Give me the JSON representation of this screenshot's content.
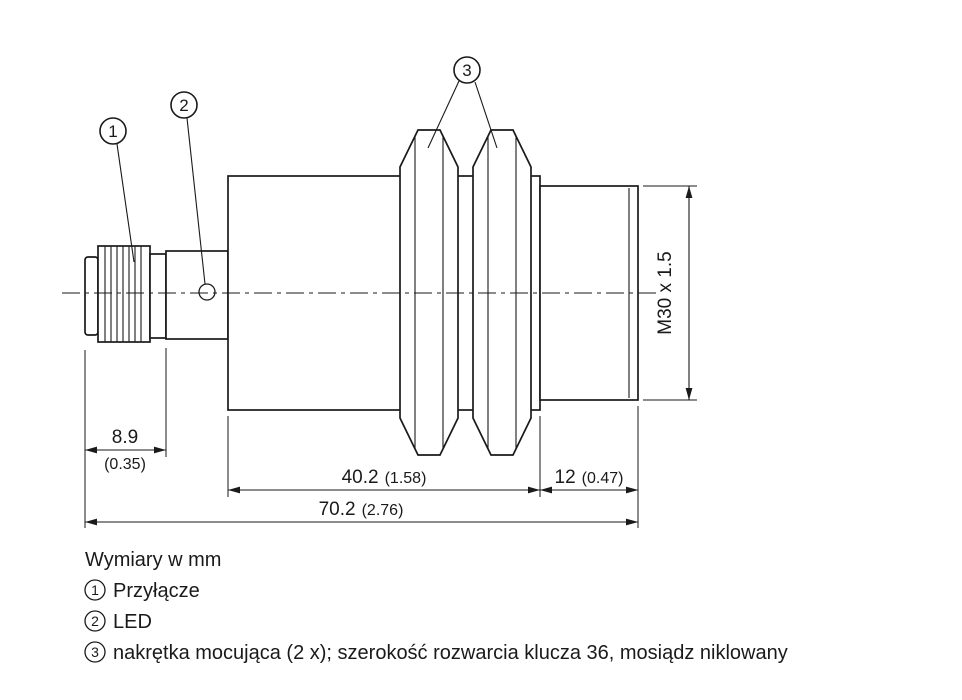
{
  "drawing": {
    "units_note": "Wymiary w mm",
    "dimensions": {
      "connector": {
        "mm": "8.9",
        "inch": "(0.35)"
      },
      "body": {
        "mm": "40.2",
        "inch": "(1.58)"
      },
      "head": {
        "mm": "12",
        "inch": "(0.47)"
      },
      "total": {
        "mm": "70.2",
        "inch": "(2.76)"
      },
      "thread": "M30 x 1.5"
    },
    "callouts": [
      {
        "num": "1"
      },
      {
        "num": "2"
      },
      {
        "num": "3"
      }
    ],
    "legend": [
      {
        "num": "1",
        "text": "Przyłącze"
      },
      {
        "num": "2",
        "text": "LED"
      },
      {
        "num": "3",
        "text": "nakrętka mocująca (2 x); szerokość rozwarcia klucza 36, mosiądz niklowany"
      }
    ],
    "colors": {
      "line": "#1a1a1a",
      "background": "#ffffff"
    }
  }
}
